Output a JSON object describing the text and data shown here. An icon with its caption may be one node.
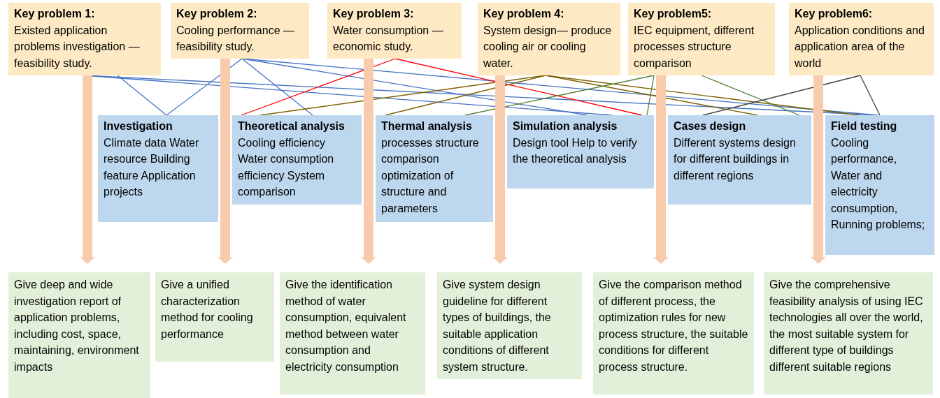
{
  "diagram": {
    "nodes": [
      {
        "text": [
          "Key problem 1:",
          "Existed application problems investigation —feasibility study."
        ]
      },
      {
        "text": [
          "Key problem 2:",
          "Cooling performance —feasibility study."
        ]
      },
      {
        "text": [
          "Key problem 3:",
          "Water consumption —economic study."
        ]
      },
      {
        "text": [
          "Key problem 4:",
          "System design— produce cooling air or cooling water."
        ]
      },
      {
        "text": [
          "Key problem5:",
          "IEC equipment, different processes structure comparison"
        ]
      },
      {
        "text": [
          "Key problem6:",
          "Application conditions and application area of the world"
        ]
      },
      {
        "text": [
          "Investigation",
          "Climate data Water resource Building feature Application projects"
        ]
      },
      {
        "text": [
          "Theoretical analysis",
          "Cooling efficiency Water consumption efficiency System comparison"
        ]
      },
      {
        "text": [
          "Thermal analysis",
          "processes structure comparison optimization of structure and parameters"
        ]
      },
      {
        "text": [
          "Simulation analysis",
          "Design tool Help to verify the theoretical analysis"
        ]
      },
      {
        "text": [
          "Cases design",
          "Different systems design for different buildings in different regions"
        ]
      },
      {
        "text": [
          "Field testing",
          "Cooling performance, Water and electricity consumption, Running problems;"
        ]
      },
      {
        "text": [
          "Give deep and wide investigation report of application problems, including cost, space, maintaining, environment impacts"
        ]
      },
      {
        "text": [
          "Give a unified characterization method for cooling performance"
        ]
      },
      {
        "text": [
          "Give the identification method of water consumption, equivalent method between water consumption and electricity consumption"
        ]
      },
      {
        "text": [
          "Give system design guideline for different types of buildings, the suitable application conditions of different system structure."
        ]
      },
      {
        "text": [
          "Give the comparison method of different process, the optimization rules for new process structure, the suitable conditions for different process structure."
        ]
      },
      {
        "text": [
          "Give the comprehensive feasibility analysis of using IEC technologies all over the world, the most suitable system for different type of buildings different suitable regions"
        ]
      }
    ],
    "edges": [
      {
        "from": 0,
        "to": 6,
        "arrow": "none"
      },
      {
        "from": 0,
        "to": 9,
        "arrow": "none"
      },
      {
        "from": 0,
        "to": 11,
        "arrow": "none"
      },
      {
        "from": 1,
        "to": 6,
        "arrow": "none"
      },
      {
        "from": 1,
        "to": 7,
        "arrow": "none"
      },
      {
        "from": 1,
        "to": 9,
        "arrow": "none"
      },
      {
        "from": 1,
        "to": 11,
        "arrow": "none"
      },
      {
        "from": 2,
        "to": 7,
        "arrow": "none",
        "color": "#ff0000"
      },
      {
        "from": 2,
        "to": 9,
        "arrow": "none",
        "color": "#ff0000"
      },
      {
        "from": 3,
        "to": 7,
        "arrow": "none",
        "color": "#7f6000"
      },
      {
        "from": 3,
        "to": 8,
        "arrow": "none",
        "color": "#7f6000"
      },
      {
        "from": 3,
        "to": 10,
        "arrow": "none",
        "color": "#7f6000"
      },
      {
        "from": 3,
        "to": 11,
        "arrow": "none",
        "color": "#7f6000"
      },
      {
        "from": 4,
        "to": 8,
        "arrow": "none",
        "color": "#548235"
      },
      {
        "from": 4,
        "to": 9,
        "arrow": "none",
        "color": "#548235"
      },
      {
        "from": 4,
        "to": 10,
        "arrow": "none",
        "color": "#548235"
      },
      {
        "from": 5,
        "to": 10,
        "arrow": "none",
        "color": "#404040"
      },
      {
        "from": 5,
        "to": 11,
        "arrow": "none",
        "color": "#404040"
      },
      {
        "from": 0,
        "to": 12,
        "arrow": "to",
        "style": "thick",
        "color": "#f8cbad"
      },
      {
        "from": 1,
        "to": 13,
        "arrow": "to",
        "style": "thick",
        "color": "#f8cbad"
      },
      {
        "from": 2,
        "to": 14,
        "arrow": "to",
        "style": "thick",
        "color": "#f8cbad"
      },
      {
        "from": 3,
        "to": 15,
        "arrow": "to",
        "style": "thick",
        "color": "#f8cbad"
      },
      {
        "from": 4,
        "to": 16,
        "arrow": "to",
        "style": "thick",
        "color": "#f8cbad"
      },
      {
        "from": 5,
        "to": 17,
        "arrow": "to",
        "style": "thick",
        "color": "#f8cbad"
      }
    ]
  }
}
